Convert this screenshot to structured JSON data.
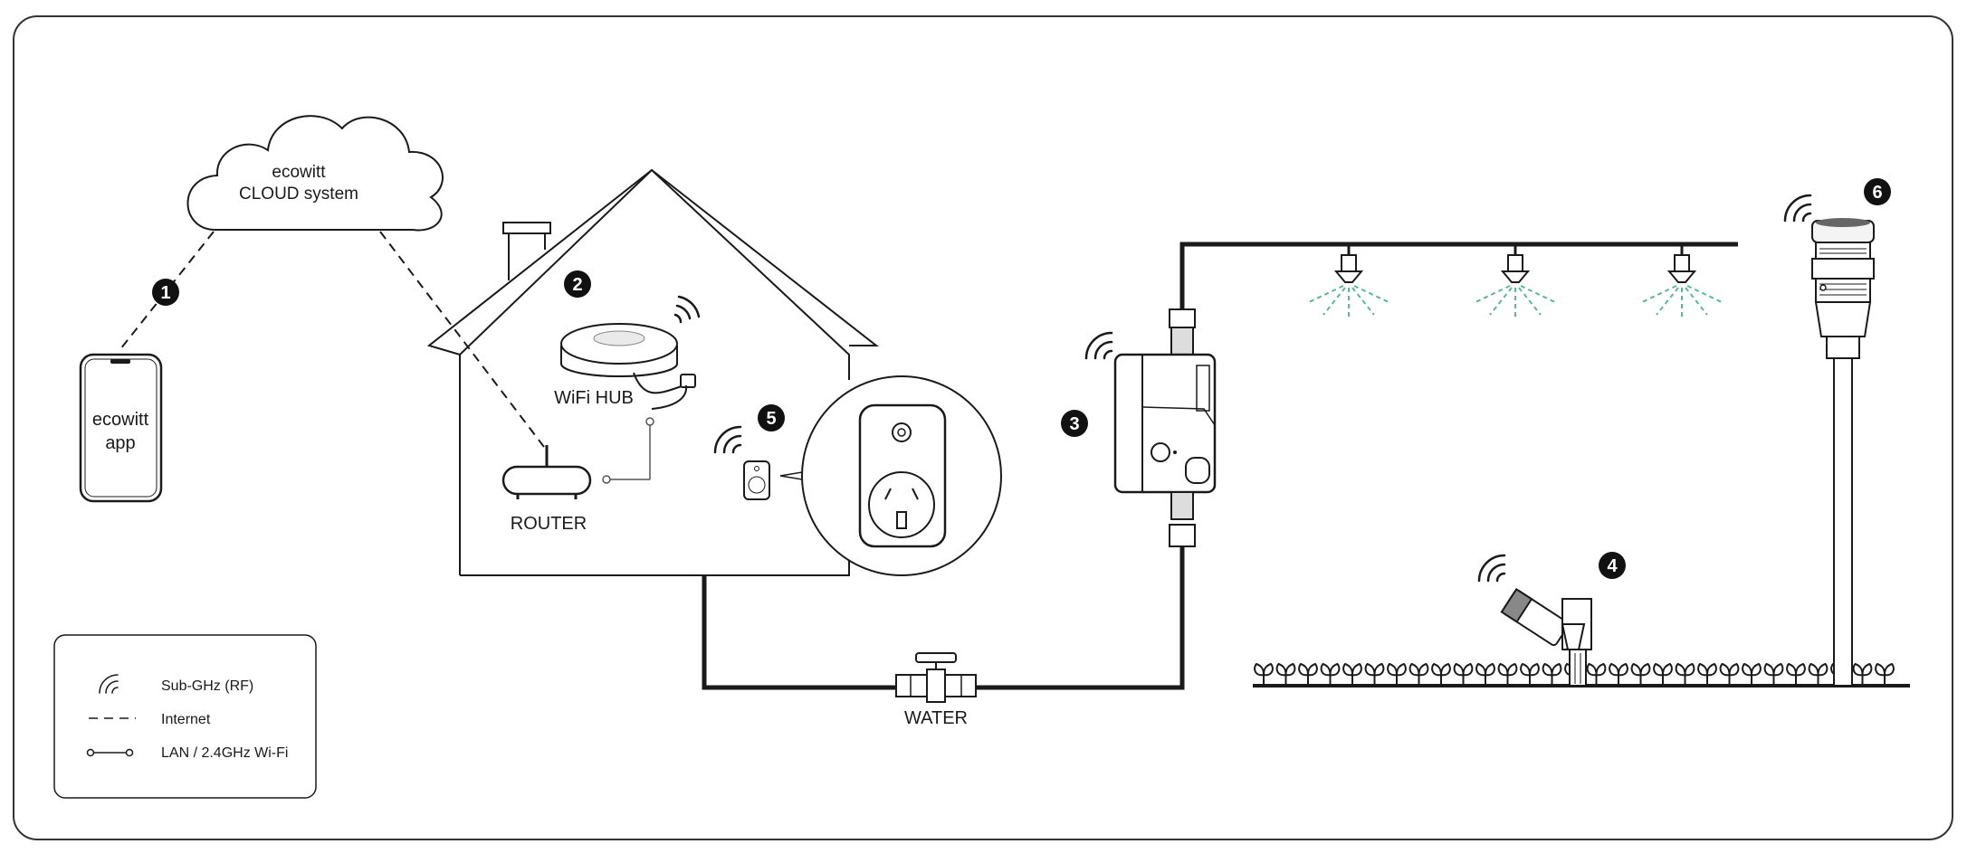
{
  "cloud": {
    "line1": "ecowitt",
    "line2": "CLOUD system"
  },
  "phone": {
    "line1": "ecowitt",
    "line2": "app"
  },
  "hub": {
    "label": "WiFi HUB"
  },
  "router": {
    "label": "ROUTER"
  },
  "water": {
    "label": "WATER"
  },
  "markers": [
    "1",
    "2",
    "3",
    "4",
    "5",
    "6"
  ],
  "legend": {
    "items": [
      {
        "icon": "rf-wave-icon",
        "label": "Sub-GHz (RF)"
      },
      {
        "icon": "dashed-line-icon",
        "label": "Internet"
      },
      {
        "icon": "lan-line-icon",
        "label": "LAN / 2.4GHz Wi-Fi"
      }
    ]
  },
  "colors": {
    "line": "#1a1a1a",
    "spray": "#5db59a",
    "marker": "#111111"
  }
}
